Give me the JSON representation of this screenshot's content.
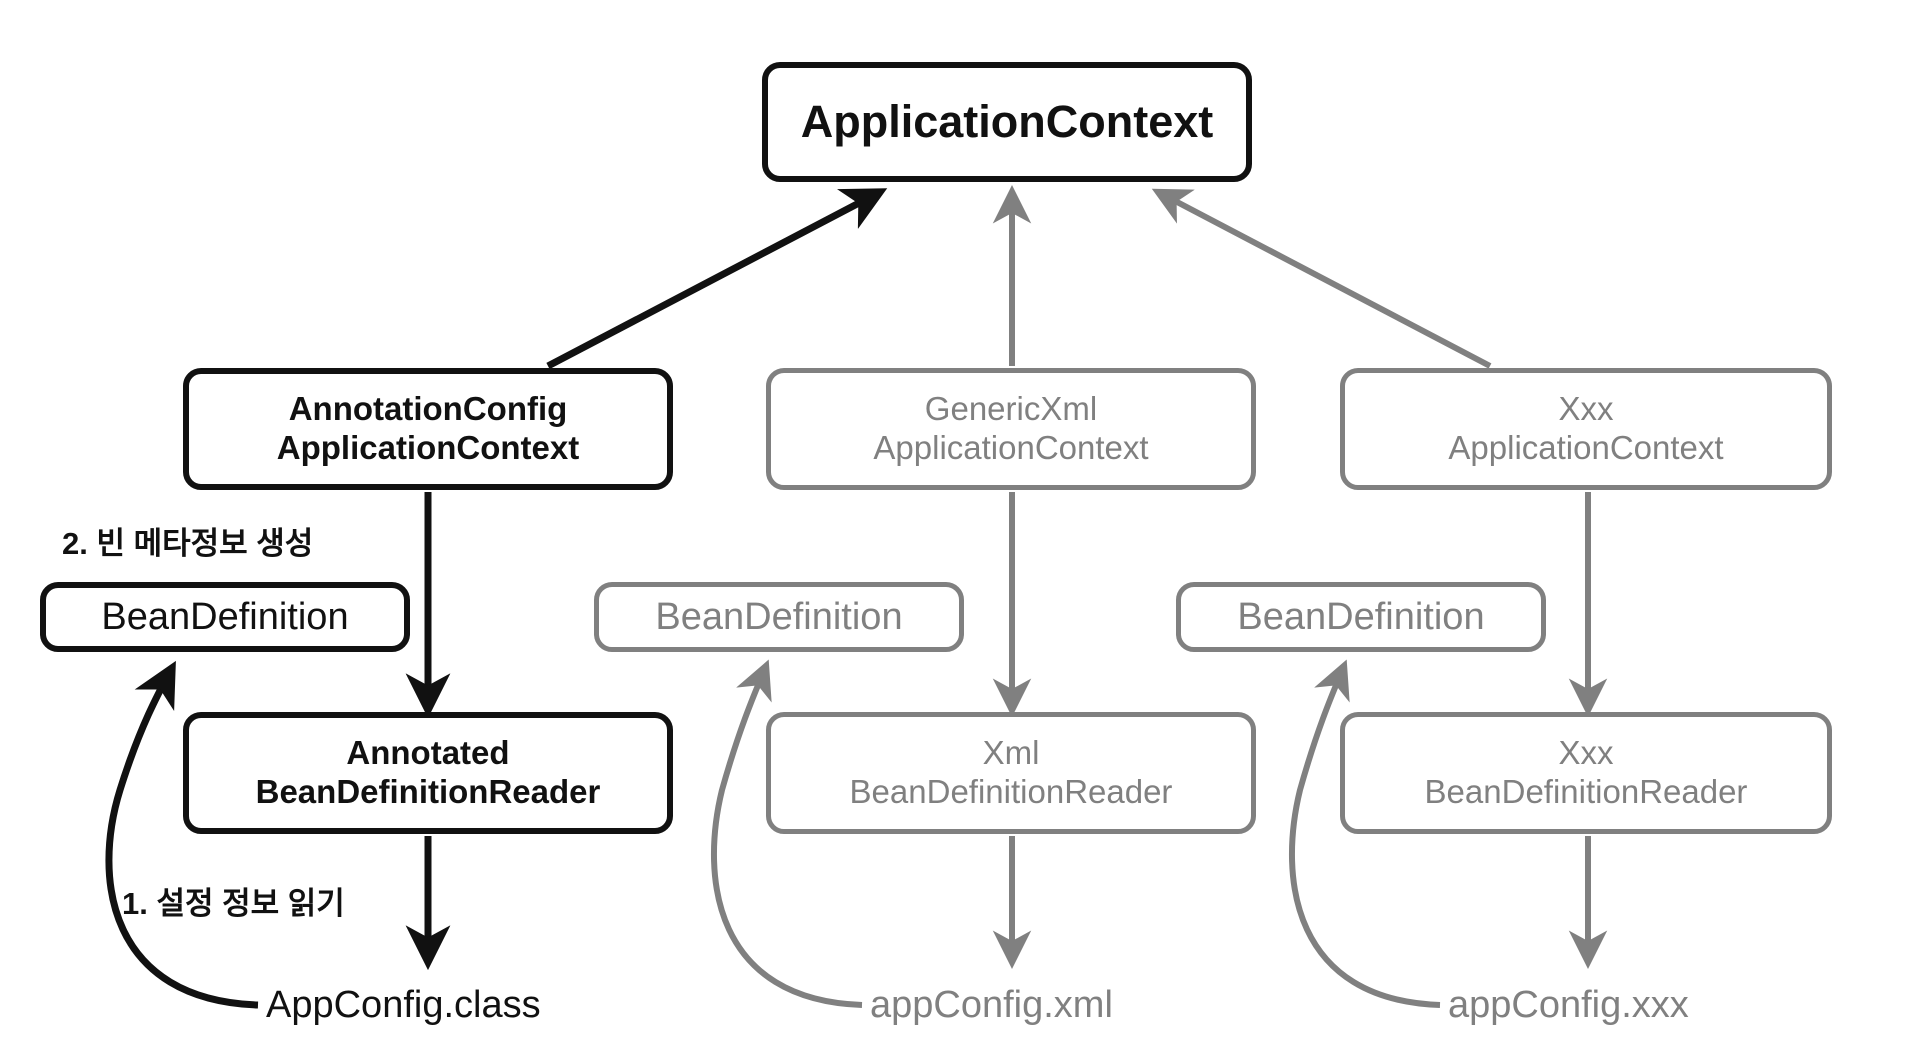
{
  "diagram": {
    "title": "Spring ApplicationContext BeanDefinition diagram",
    "colors": {
      "primary": "#111111",
      "secondary": "#808080",
      "background": "#ffffff"
    },
    "nodes": {
      "application_context": "ApplicationContext",
      "annotation_config_application_context": "AnnotationConfig\nApplicationContext",
      "generic_xml_application_context": "GenericXml\nApplicationContext",
      "xxx_application_context": "Xxx\nApplicationContext",
      "bean_definition_left": "BeanDefinition",
      "bean_definition_middle": "BeanDefinition",
      "bean_definition_right": "BeanDefinition",
      "annotated_bean_definition_reader": "Annotated\nBeanDefinitionReader",
      "xml_bean_definition_reader": "Xml\nBeanDefinitionReader",
      "xxx_bean_definition_reader": "Xxx\nBeanDefinitionReader",
      "app_config_class": "AppConfig.class",
      "app_config_xml": "appConfig.xml",
      "app_config_xxx": "appConfig.xxx"
    },
    "annotations": {
      "step_two": "2. 빈 메타정보 생성",
      "step_one": "1. 설정 정보 읽기"
    }
  }
}
